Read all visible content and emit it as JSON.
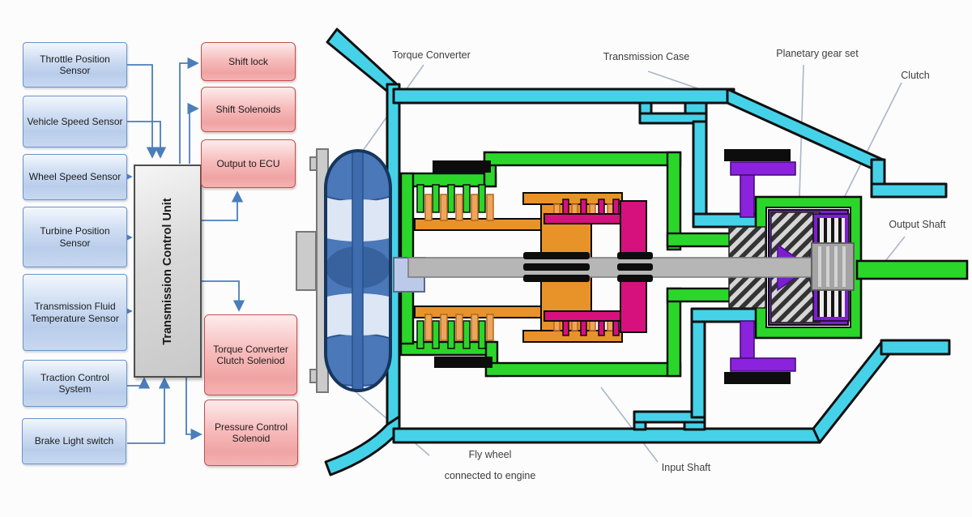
{
  "sensors": [
    "Throttle Position Sensor",
    "Vehicle Speed Sensor",
    "Wheel Speed Sensor",
    "Turbine Position Sensor",
    "Transmission Fluid Temperature Sensor",
    "Traction Control System",
    "Brake Light switch"
  ],
  "tcu": {
    "label": "Transmission Control Unit"
  },
  "outputs": [
    "Shift lock",
    "Shift Solenoids",
    "Output to ECU",
    "Torque Converter Clutch Soleniod",
    "Pressure Control Solenoid"
  ],
  "part_labels": {
    "torque_converter": "Torque Converter",
    "transmission_case": "Transmission Case",
    "planetary_gear_set": "Planetary gear set",
    "clutch": "Clutch",
    "output_shaft": "Output Shaft",
    "flywheel_line1": "Fly wheel",
    "flywheel_line2": "connected to engine",
    "input_shaft": "Input Shaft"
  },
  "colors": {
    "case_cyan": "#45d2e8",
    "drum_green": "#2bd62b",
    "clutch_orange": "#e8922a",
    "hub_magenta": "#d6117e",
    "planetary_purple": "#7a1fd0",
    "wire_blue": "#4a7ebb",
    "converter_blue": "#4a78b8",
    "sensor_box_fill": "#c4d6f0",
    "output_box_fill": "#f5b8b8"
  }
}
